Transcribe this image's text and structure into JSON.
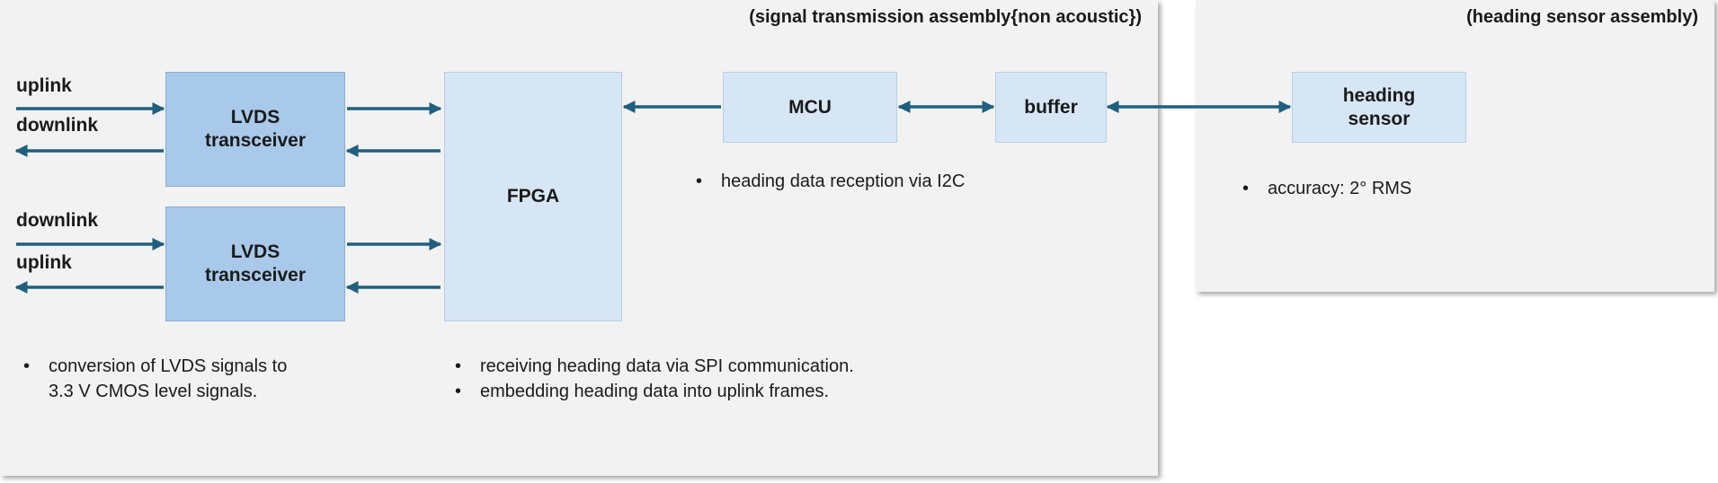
{
  "panels": {
    "signal_transmission": {
      "title": "(signal transmission assembly{non acoustic})"
    },
    "heading_sensor": {
      "title": "(heading sensor assembly)"
    }
  },
  "blocks": {
    "lvds_top": "LVDS\ntransceiver",
    "lvds_bottom": "LVDS\ntransceiver",
    "fpga": "FPGA",
    "mcu": "MCU",
    "buffer": "buffer",
    "heading_sensor": "heading\nsensor"
  },
  "signals": {
    "top_in": "uplink",
    "top_out": "downlink",
    "bottom_in": "downlink",
    "bottom_out": "uplink"
  },
  "notes": {
    "lvds": [
      "conversion of LVDS signals to",
      "3.3 V CMOS level signals."
    ],
    "fpga": [
      "receiving heading data via SPI communication.",
      "embedding heading data into uplink frames."
    ],
    "mcu": [
      "heading data reception via I2C"
    ],
    "sensor": [
      "accuracy: 2° RMS"
    ]
  },
  "colors": {
    "panel": "#f2f2f2",
    "block_dark": "#a9c9ea",
    "block_light": "#d7e6f5",
    "arrow": "#1f5f7f"
  }
}
